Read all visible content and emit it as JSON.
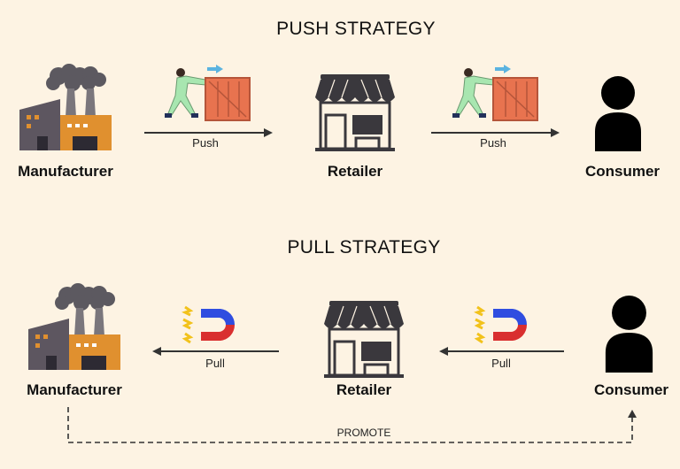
{
  "push": {
    "title": "PUSH STRATEGY",
    "nodes": [
      "Manufacturer",
      "Retailer",
      "Consumer"
    ],
    "arrows": [
      "Push",
      "Push"
    ]
  },
  "pull": {
    "title": "PULL STRATEGY",
    "nodes": [
      "Manufacturer",
      "Retailer",
      "Consumer"
    ],
    "arrows": [
      "Pull",
      "Pull"
    ],
    "promote": "PROMOTE"
  },
  "colors": {
    "background": "#fdf3e3",
    "factory_orange": "#e0902f",
    "factory_gray": "#5d5660",
    "crate": "#e8734f",
    "magnet_blue": "#2f4de0",
    "magnet_red": "#d92f2f",
    "spark": "#f2c21b"
  }
}
